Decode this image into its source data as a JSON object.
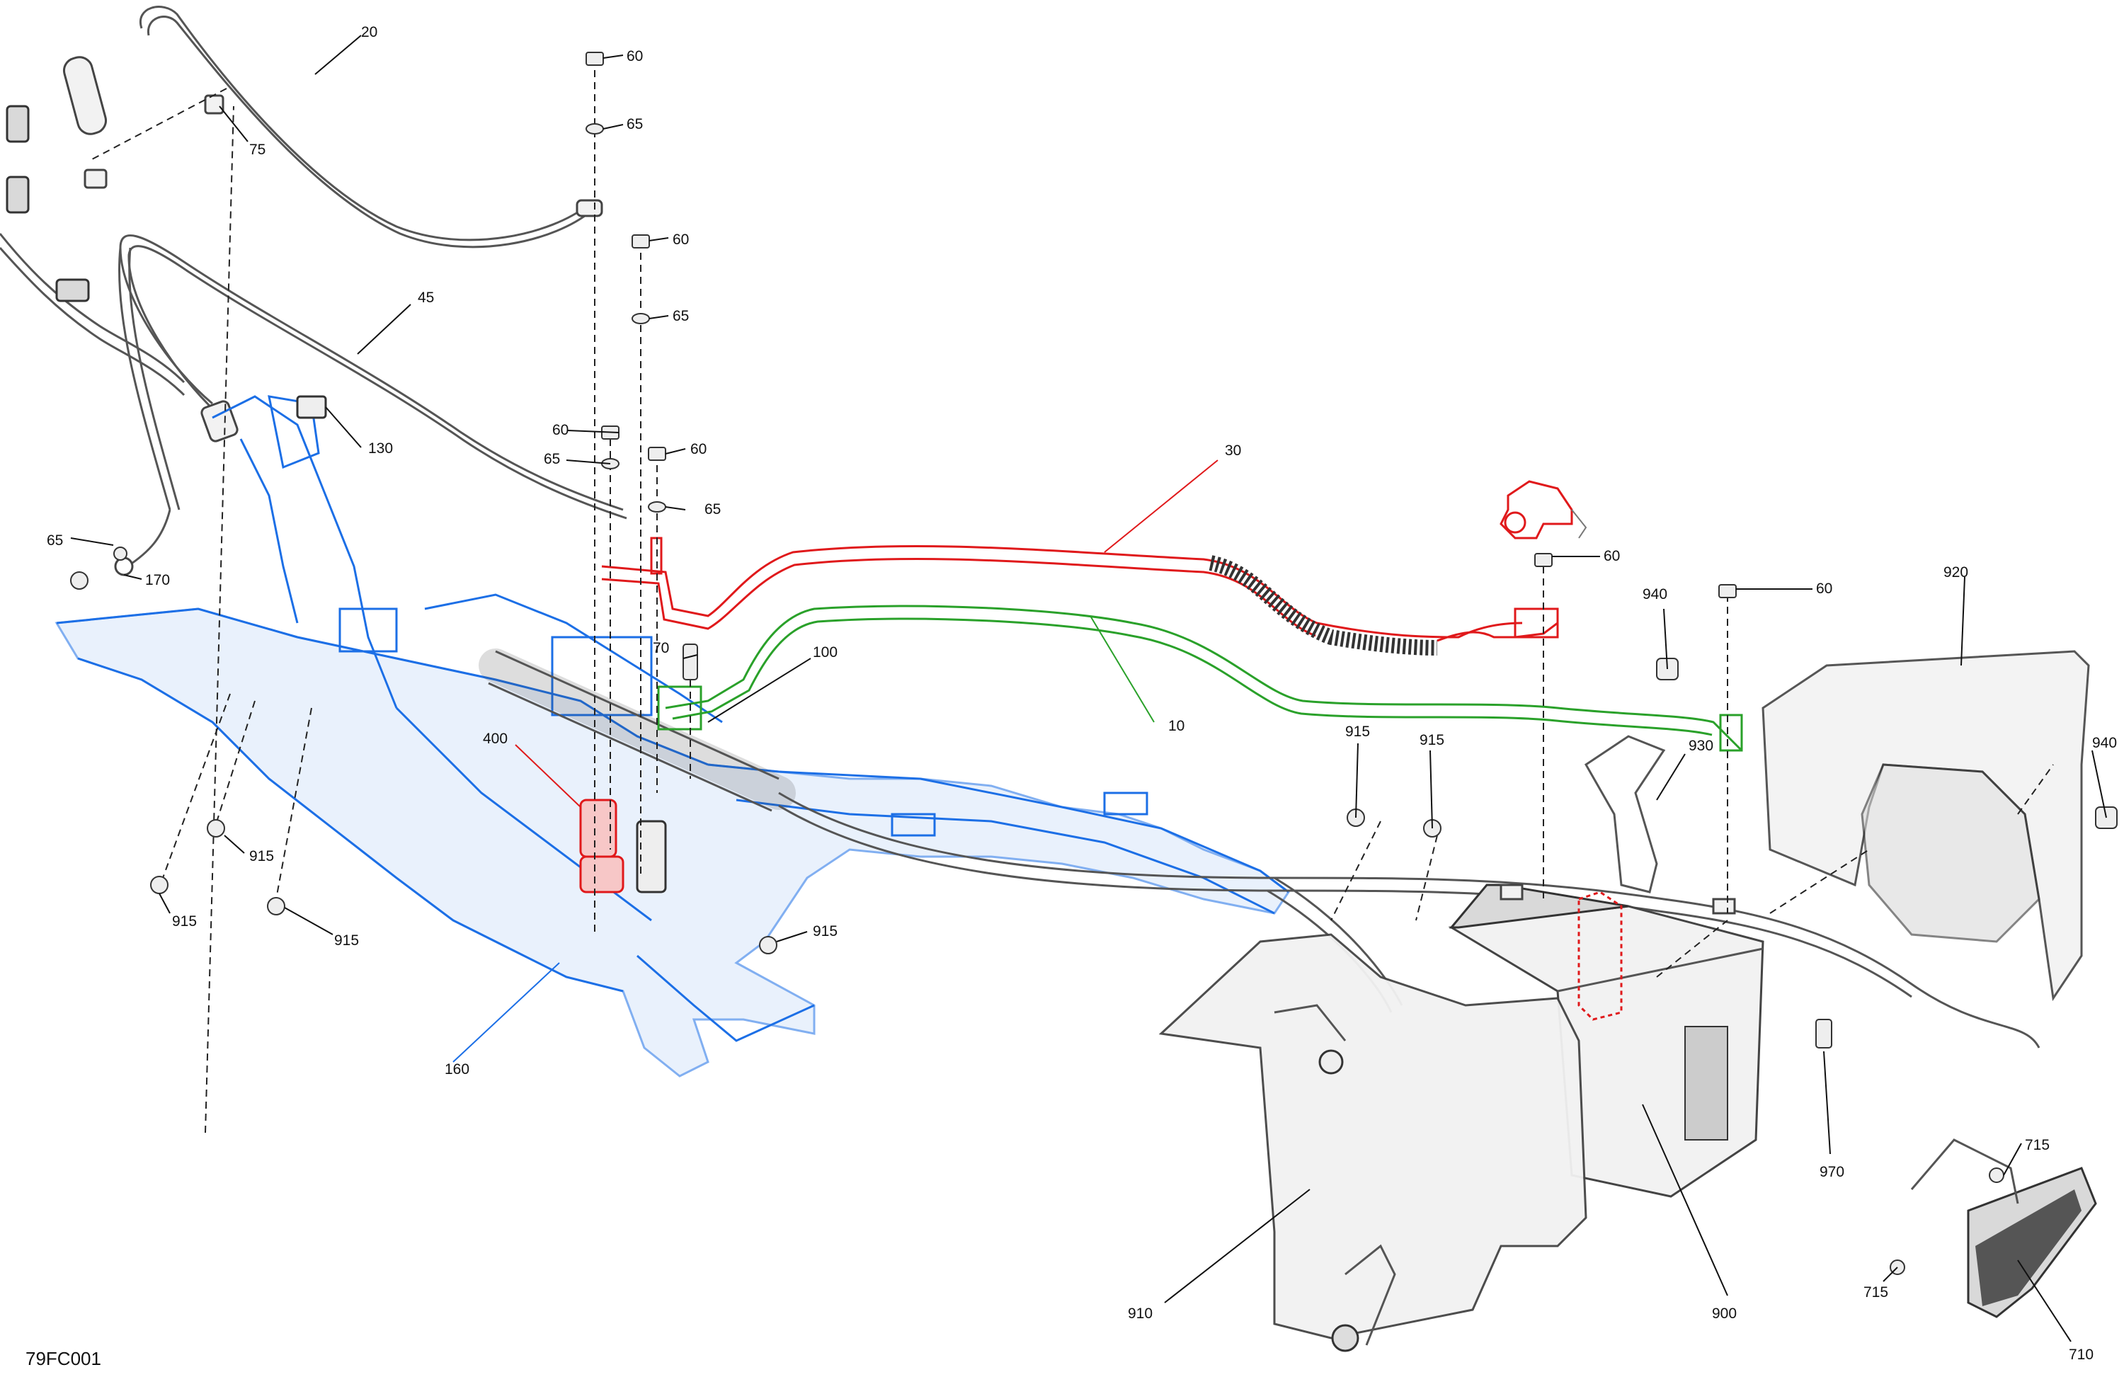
{
  "diagram": {
    "figure_code": "79FC001",
    "callouts": {
      "c20": "20",
      "c75": "75",
      "c60a": "60",
      "c65a": "65",
      "c60b": "60",
      "c65b": "65",
      "c45": "45",
      "c130": "130",
      "c60c": "60",
      "c65c": "65",
      "c60d": "60",
      "c65d": "65",
      "c30": "30",
      "c65e": "65",
      "c170": "170",
      "c70": "70",
      "c100": "100",
      "c10": "10",
      "c400": "400",
      "c60e": "60",
      "c60f": "60",
      "c940a": "940",
      "c920": "920",
      "c940b": "940",
      "c915a": "915",
      "c915b": "915",
      "c915c": "915",
      "c915d": "915",
      "c915e": "915",
      "c915f": "915",
      "c930": "930",
      "c160": "160",
      "c970": "970",
      "c715a": "715",
      "c715b": "715",
      "c910": "910",
      "c900": "900",
      "c710": "710"
    },
    "colors": {
      "frame": "#1c6fe6",
      "positive_cable": "#e0191b",
      "ground_cable": "#2aa12a",
      "outline": "#444444"
    }
  }
}
